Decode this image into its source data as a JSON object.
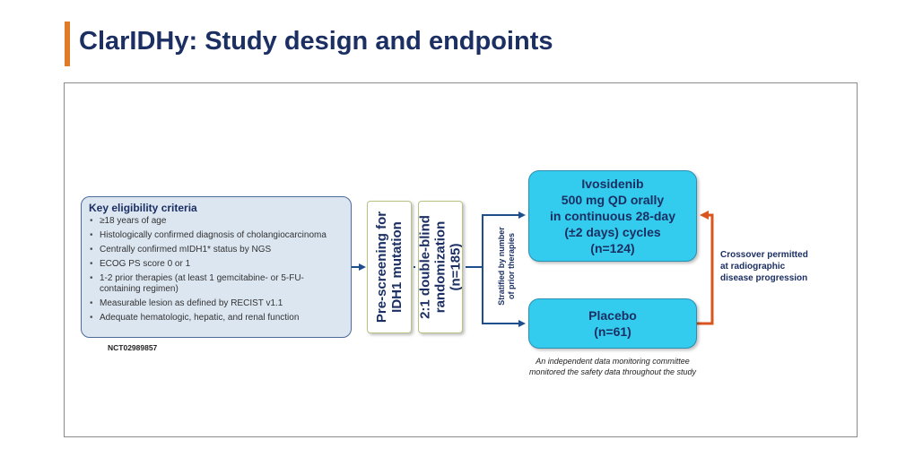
{
  "title": "ClarIDHy: Study design and endpoints",
  "eligibility": {
    "heading": "Key eligibility criteria",
    "items": [
      "≥18 years of age",
      "Histologically confirmed diagnosis of cholangiocarcinoma",
      "Centrally confirmed mIDH1* status by NGS",
      "ECOG PS score 0 or 1",
      "1-2 prior therapies (at least 1 gemcitabine- or 5-FU-containing regimen)",
      "Measurable lesion as defined by RECIST v1.1",
      "Adequate hematologic, hepatic, and renal function"
    ],
    "trial_id": "NCT02989857"
  },
  "steps": {
    "prescreening": [
      "Pre-screening for",
      "IDH1 mutation"
    ],
    "randomization": [
      "2:1 double-blind",
      "randomization",
      "(n=185)"
    ],
    "stratified": [
      "Stratified by number",
      "of prior therapies"
    ]
  },
  "arms": {
    "ivosidenib": [
      "Ivosidenib",
      "500 mg QD orally",
      "in continuous 28-day",
      "(±2 days) cycles",
      "(n=124)"
    ],
    "placebo": [
      "Placebo",
      "(n=61)"
    ]
  },
  "crossover": [
    "Crossover permitted",
    "at radiographic",
    "disease progression"
  ],
  "idmc_note": [
    "An independent data monitoring committee",
    "monitored the safety data throughout the study"
  ],
  "colors": {
    "title": "#1b2f63",
    "accent_bar": "#e07b2a",
    "arm_fill": "#33ccee",
    "criteria_fill": "#dce6f1",
    "arrow_blue": "#1f4e8c",
    "arrow_orange": "#d9541e"
  }
}
